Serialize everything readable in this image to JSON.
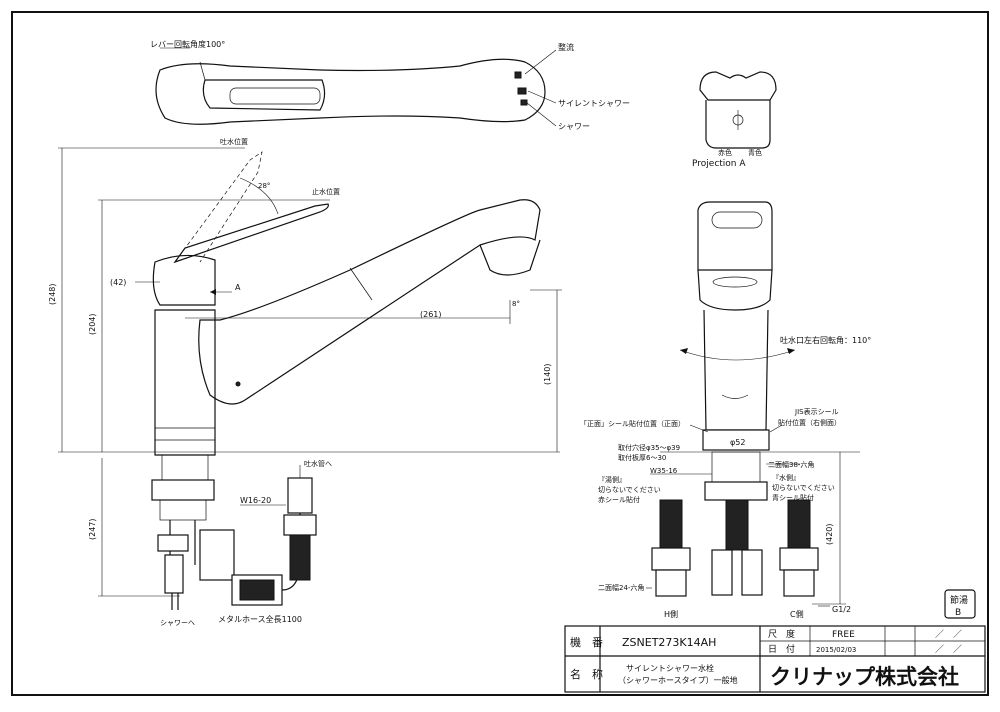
{
  "drawing": {
    "top_view": {
      "lever_angle": "レバー回転角度100°",
      "mode_seiryu": "整流",
      "mode_silent": "サイレントシャワー",
      "mode_shower": "シャワー"
    },
    "projection": {
      "label": "Projection A",
      "red": "赤色",
      "blue": "青色"
    },
    "side_view": {
      "water_on": "吐水位置",
      "water_off": "止水位置",
      "angle_lever": "28°",
      "angle_spout": "8°",
      "arrow_a": "A",
      "dim_248": "(248)",
      "dim_204": "(204)",
      "dim_42": "(42)",
      "dim_261": "(261)",
      "dim_140": "(140)",
      "dim_247": "(247)",
      "to_spout": "吐水管へ",
      "w16": "W16-20",
      "to_shower": "シャワーへ",
      "metal_hose": "メタルホース全長1100"
    },
    "front_view": {
      "rotation": "吐水口左右回転角：110°",
      "front_seal": "「正面」シール貼付位置（正面）",
      "jis_seal_1": "JIS表示シール",
      "jis_seal_2": "貼付位置（右側面）",
      "phi52": "φ52",
      "hole_1": "取付穴径φ35～φ39",
      "hole_2": "取付板厚6～30",
      "w35": "W35-16",
      "hex38": "二面幅38-六角",
      "hex24": "二面幅24-六角",
      "note_l1": "『湯側』",
      "note_l2": "切らないでください",
      "note_l3": "赤シール貼付",
      "note_r1": "『水側』",
      "note_r2": "切らないでください",
      "note_r3": "青シール貼付",
      "h_side": "H側",
      "c_side": "C側",
      "dim_420": "(420)",
      "g12": "G1/2"
    },
    "badge": {
      "line1": "節湯",
      "line2": "B"
    }
  },
  "title_block": {
    "model_label": "機　番",
    "model": "ZSNET273K14AH",
    "scale_label": "尺　度",
    "scale": "FREE",
    "date_label": "日　付",
    "date": "2015/02/03",
    "name_label": "名　称",
    "name_line1": "サイレントシャワー水栓",
    "name_line2": "（シャワーホースタイプ）一般地",
    "blank": "／　／",
    "company": "クリナップ株式会社"
  }
}
